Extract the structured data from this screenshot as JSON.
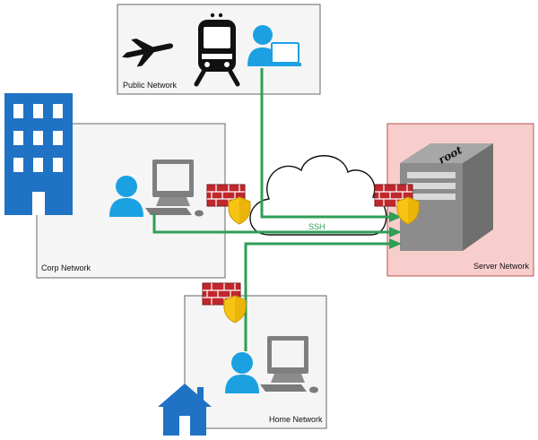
{
  "networks": {
    "public": {
      "label": "Public Network"
    },
    "corp": {
      "label": "Corp Network"
    },
    "home": {
      "label": "Home Network"
    },
    "server": {
      "label": "Server Network"
    }
  },
  "connection": {
    "label": "SSH"
  },
  "server_sticker": {
    "text": "root"
  },
  "colors": {
    "zone_fill": "#f5f5f5",
    "zone_stroke": "#666666",
    "server_zone_fill": "#f8cecc",
    "server_zone_stroke": "#b85450",
    "link": "#2e9e57",
    "person": "#1ba1e2",
    "building": "#1f72c4",
    "firewall": "#c0282d",
    "shield": "#f7c416"
  },
  "icons": [
    "airplane-icon",
    "train-icon",
    "laptop-user-icon",
    "office-building-icon",
    "workstation-user-icon",
    "firewall-icon",
    "shield-icon",
    "cloud-icon",
    "server-icon",
    "house-icon"
  ]
}
